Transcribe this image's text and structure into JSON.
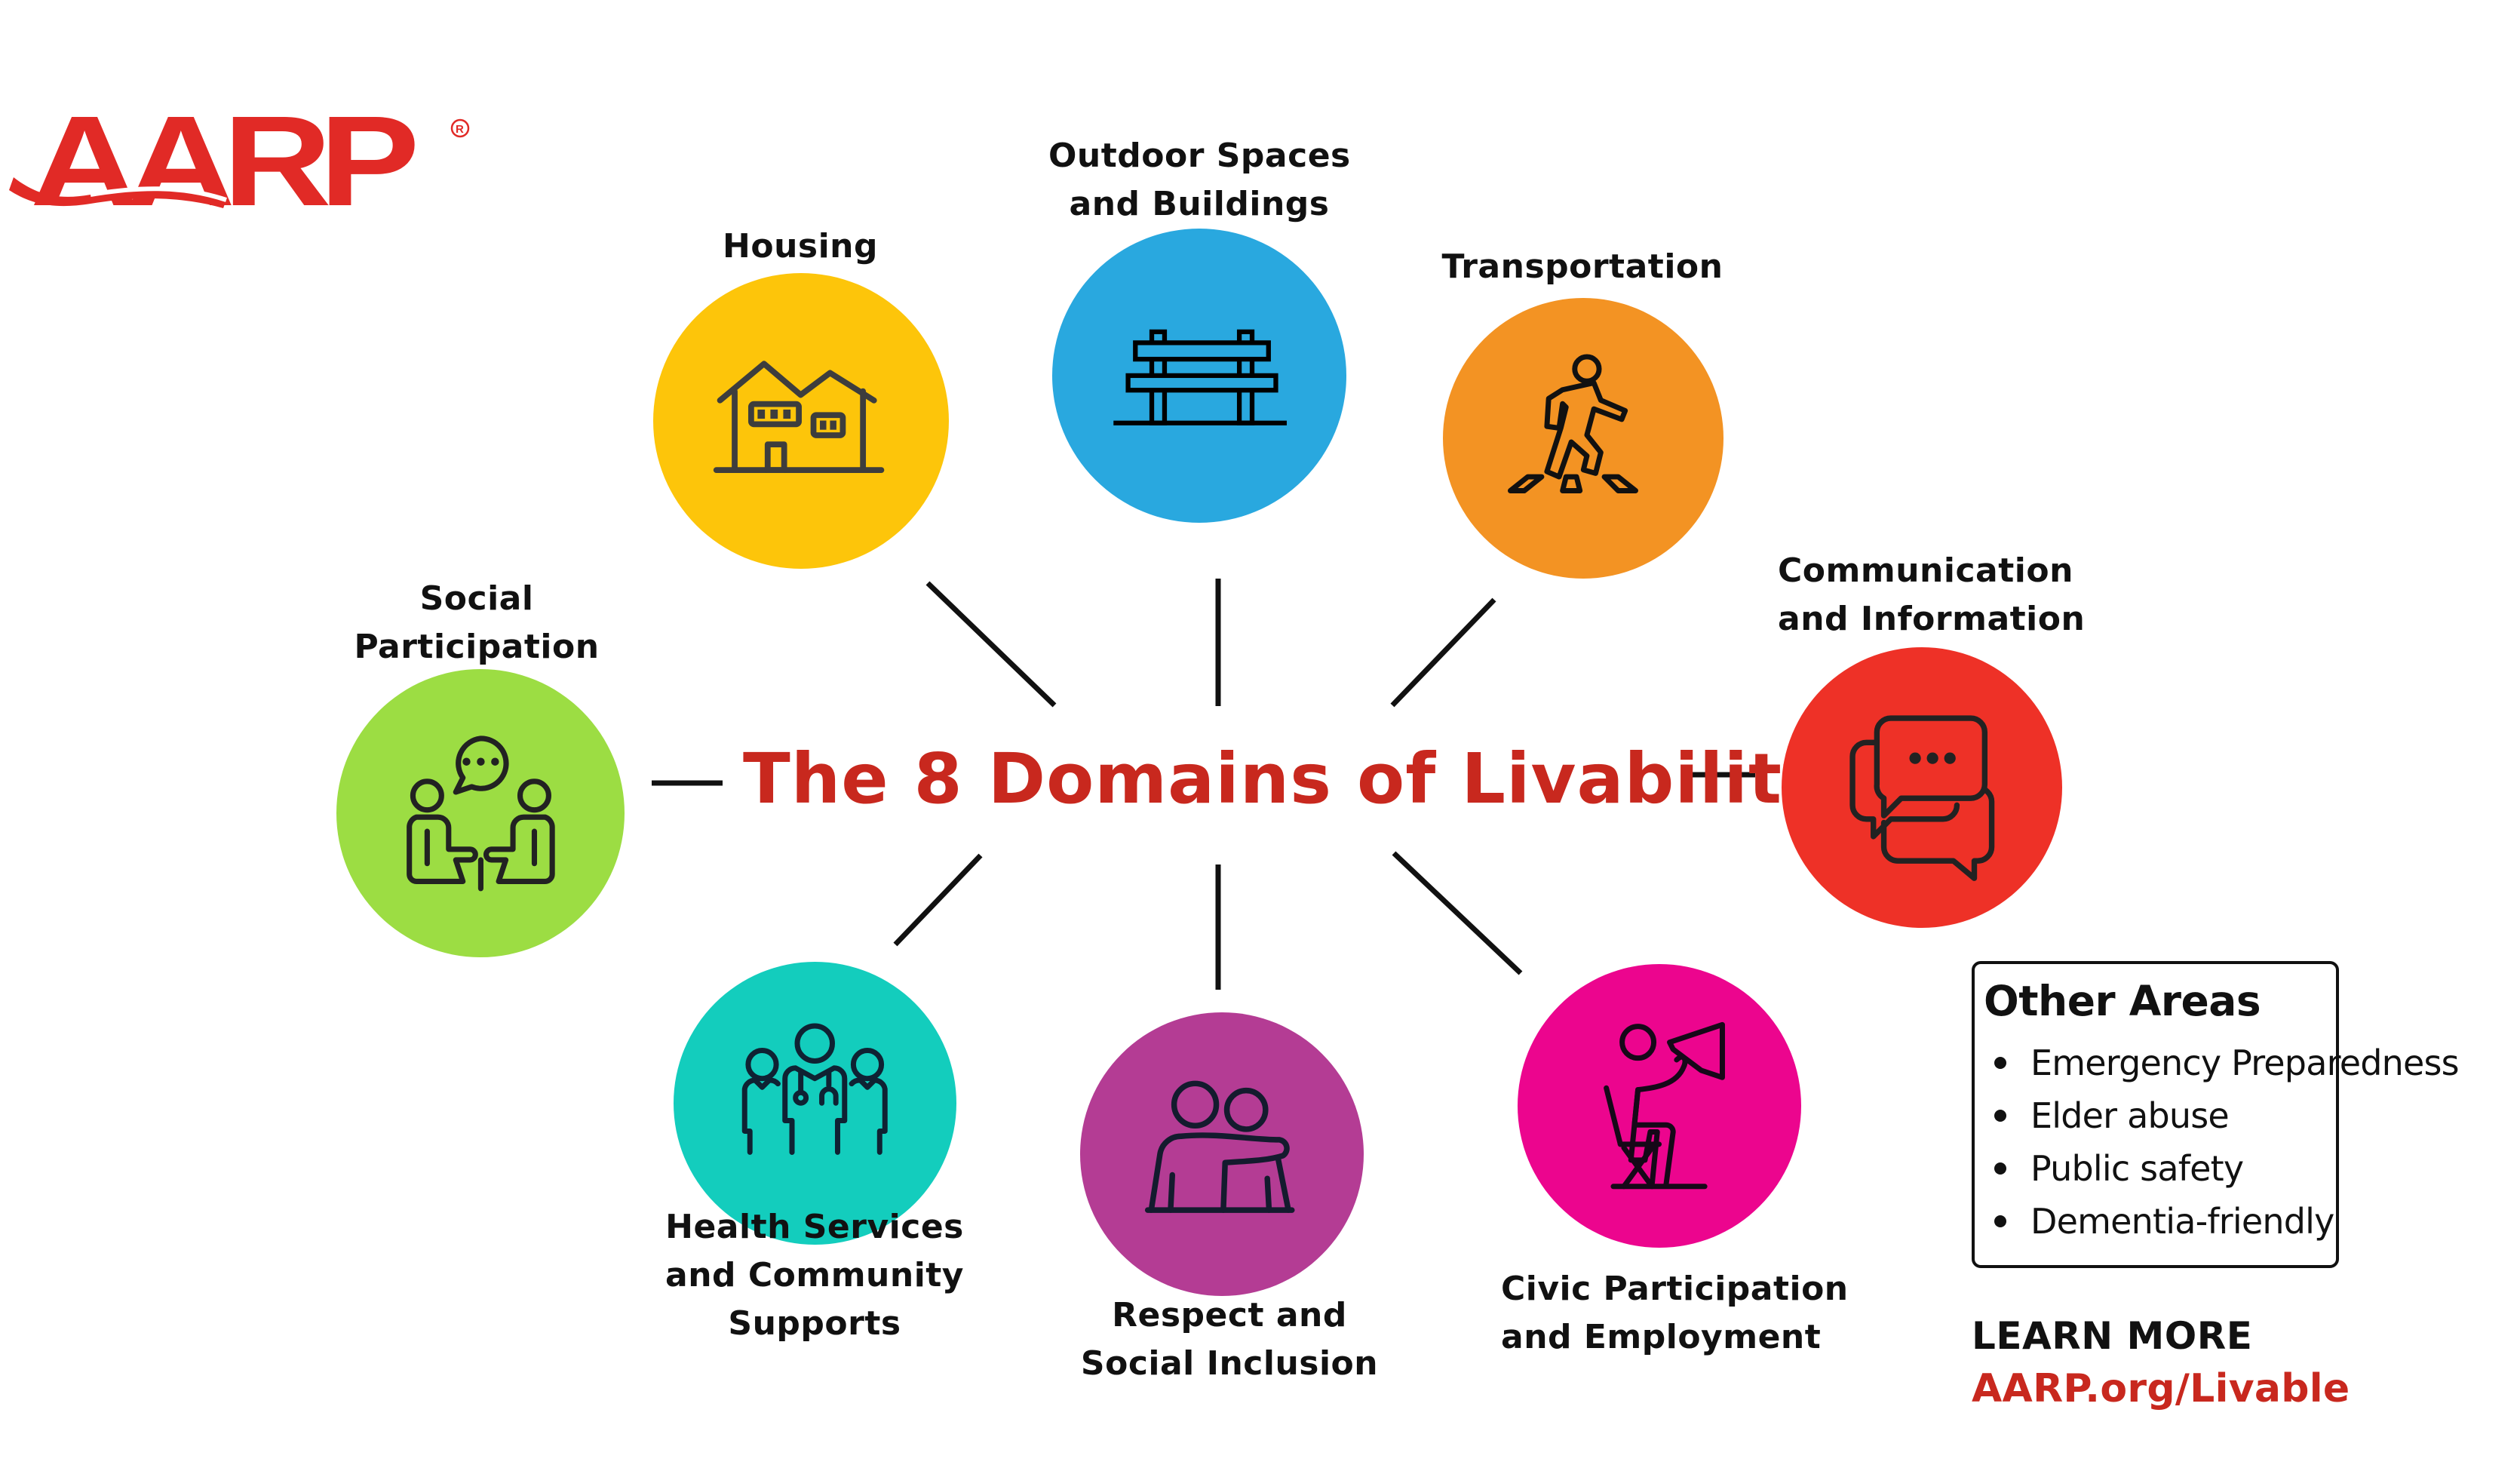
{
  "brand": {
    "logo_text": "AARP",
    "registered_mark": "®",
    "color": "#E12A26"
  },
  "title": {
    "text": "The 8 Domains of Livability",
    "color": "#C8281E"
  },
  "domains": [
    {
      "id": "housing",
      "label_lines": [
        "Housing"
      ],
      "icon": "house-icon",
      "color": "#FDC50A"
    },
    {
      "id": "outdoor",
      "label_lines": [
        "Outdoor Spaces",
        "and Buildings"
      ],
      "icon": "park-bench-icon",
      "color": "#29A8DF"
    },
    {
      "id": "transportation",
      "label_lines": [
        "Transportation"
      ],
      "icon": "pedestrian-crosswalk-icon",
      "color": "#F39323"
    },
    {
      "id": "communication",
      "label_lines": [
        "Communication",
        "and Information"
      ],
      "icon": "chat-bubbles-icon",
      "color": "#EE3127"
    },
    {
      "id": "civic",
      "label_lines": [
        "Civic Participation",
        "and Employment"
      ],
      "icon": "megaphone-person-icon",
      "color": "#EC058E"
    },
    {
      "id": "respect",
      "label_lines": [
        "Respect and",
        "Social Inclusion"
      ],
      "icon": "embracing-people-icon",
      "color": "#B43C94"
    },
    {
      "id": "health",
      "label_lines": [
        "Health Services",
        "and Community",
        "Supports"
      ],
      "icon": "medical-team-icon",
      "color": "#13CDBD"
    },
    {
      "id": "social",
      "label_lines": [
        "Social",
        "Participation"
      ],
      "icon": "conversation-at-table-icon",
      "color": "#9CDD43"
    }
  ],
  "other_areas": {
    "title": "Other Areas",
    "items": [
      "Emergency Preparedness",
      "Elder abuse",
      "Public safety",
      "Dementia-friendly"
    ]
  },
  "learn_more": {
    "heading": "LEARN MORE",
    "link_text": "AARP.org/Livable"
  }
}
